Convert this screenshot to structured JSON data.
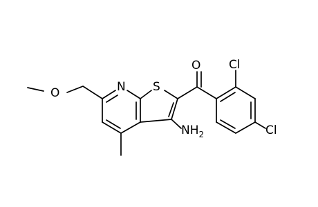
{
  "molecule": {
    "labels": {
      "methoxy_o": "O",
      "pyridine_n": "N",
      "thiophene_s": "S",
      "carbonyl_o": "O",
      "amine": "NH",
      "amine_sub": "2",
      "chloro_ortho": "Cl",
      "chloro_para": "Cl"
    }
  }
}
